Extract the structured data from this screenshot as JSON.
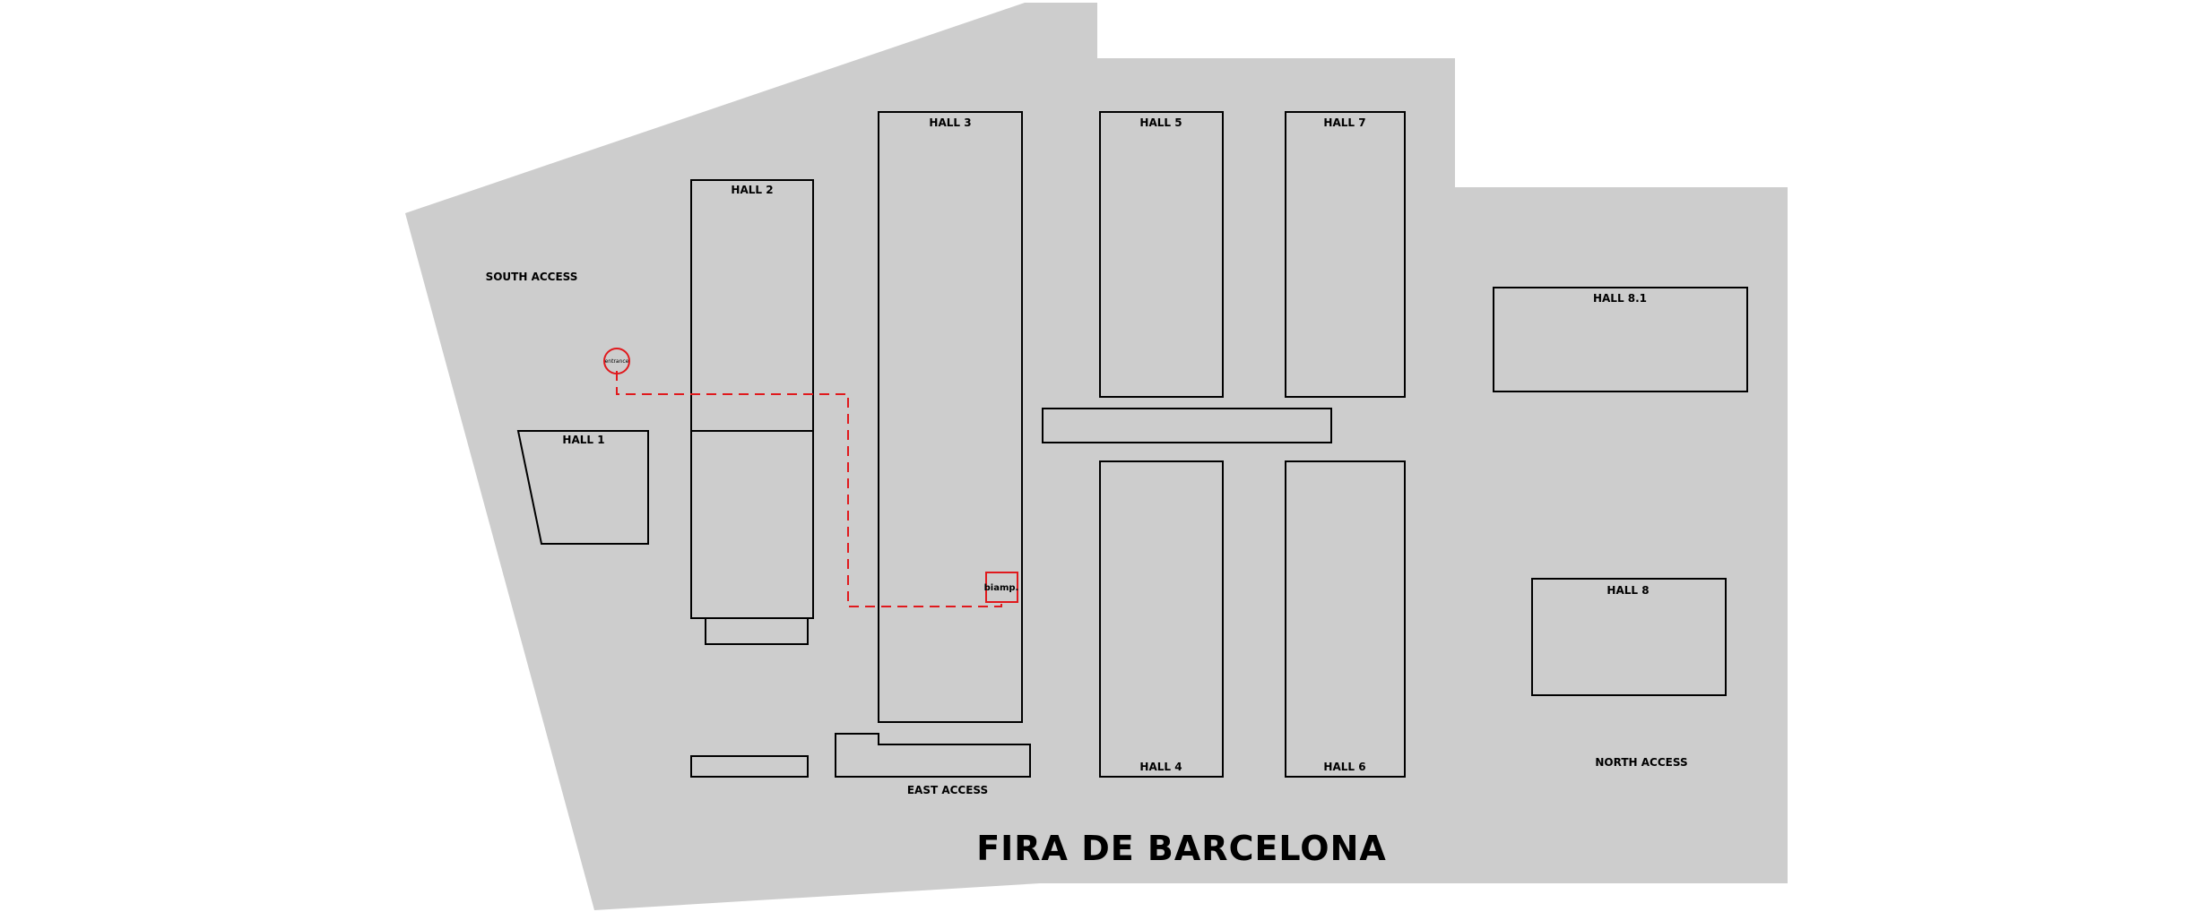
{
  "map": {
    "title": "FIRA DE BARCELONA",
    "colors": {
      "ground": "#cdcdcd",
      "outline": "#000000",
      "route": "#e0191d",
      "background": "#ffffff"
    },
    "halls": {
      "hall_1": "HALL 1",
      "hall_2": "HALL 2",
      "hall_3": "HALL 3",
      "hall_4": "HALL 4",
      "hall_5": "HALL 5",
      "hall_6": "HALL 6",
      "hall_7": "HALL 7",
      "hall_8": "HALL 8",
      "hall_8_1": "HALL 8.1"
    },
    "access": {
      "south": "SOUTH ACCESS",
      "east": "EAST ACCESS",
      "north": "NORTH ACCESS"
    },
    "route": {
      "start_label": "entrance",
      "destination_label": "biamp.",
      "style": "dashed"
    }
  }
}
